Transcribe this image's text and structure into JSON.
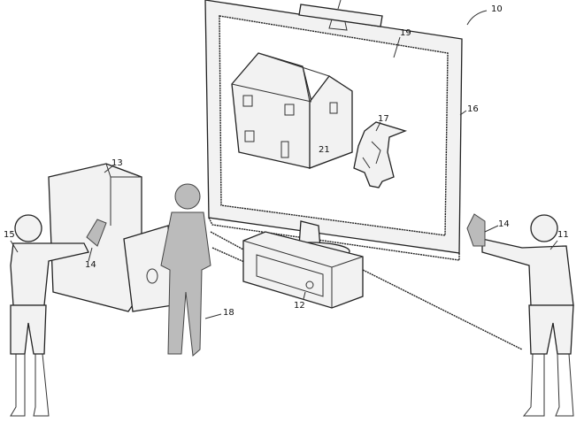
{
  "figure": {
    "labels": {
      "system": "10",
      "screen": "19",
      "display": "16",
      "character": "17",
      "house_number": "21",
      "chair": "13",
      "controller_left": "14",
      "controller_right": "14",
      "user_left": "15",
      "user_right": "11",
      "console": "12",
      "avatar": "18"
    }
  }
}
